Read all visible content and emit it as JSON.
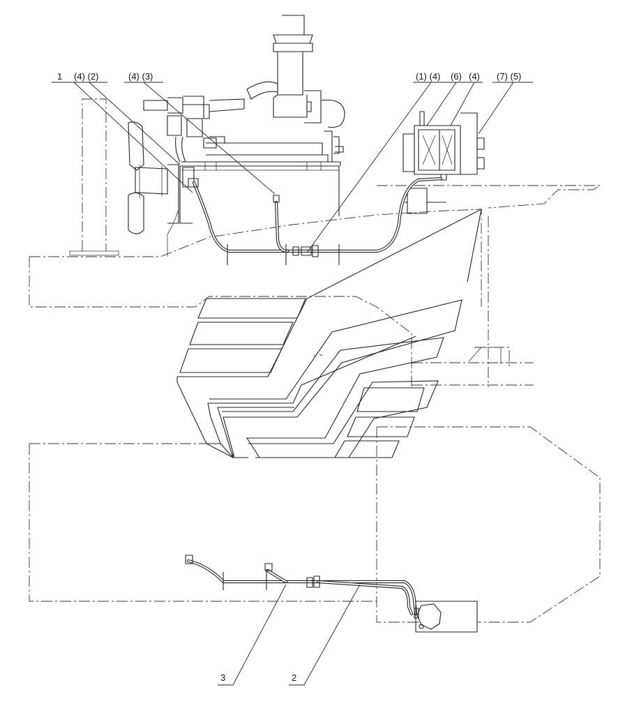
{
  "callouts": {
    "c1": "1",
    "c4_2": "(4) (2)",
    "c4_3": "(4) (3)",
    "c1_4": "(1) (4)",
    "c6": "(6)",
    "c4": "(4)",
    "c7_5": "(7) (5)",
    "c3": "3",
    "c2": "2"
  }
}
